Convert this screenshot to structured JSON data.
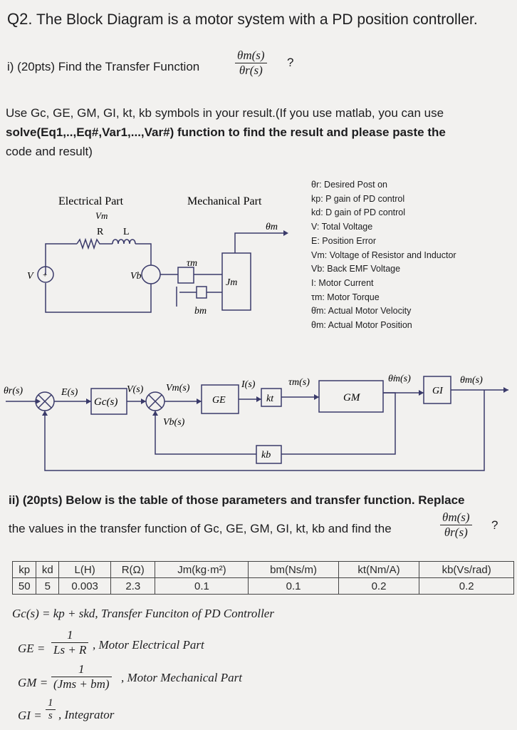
{
  "question": {
    "number": "Q2.",
    "title": "The Block Diagram is a motor system with a PD position controller."
  },
  "part1": {
    "prefix": "i) (20pts) Find the Transfer Function",
    "tf_num": "θm(s)",
    "tf_den": "θr(s)",
    "suffix": "?"
  },
  "instructions": {
    "line1": "Use Gc, GE, GM, GI, kt, kb symbols in your result.(If you use matlab, you can use",
    "line2": "solve(Eq1,..,Eq#,Var1,...,Var#) function to find the result and please paste the",
    "line3": "code and result)"
  },
  "circuit": {
    "electrical_part": "Electrical Part",
    "mechanical_part": "Mechanical Part",
    "vm": "Vm",
    "r": "R",
    "l": "L",
    "v": "V",
    "vb": "Vb",
    "tau_m": "τm",
    "jm": "Jm",
    "bm": "bm",
    "theta_m": "θm"
  },
  "legend": [
    "θr: Desired Post on",
    "kp: P gain of PD control",
    "kd: D gain of PD control",
    "V: Total Voltage",
    "E: Position Error",
    "Vm: Voltage of Resistor and Inductor",
    "Vb: Back EMF Voltage",
    "I: Motor Current",
    "τm: Motor Torque",
    "θ̇m: Actual Motor Velocity",
    "θm: Actual Motor Position"
  ],
  "block_diagram": {
    "theta_r": "θr(s)",
    "e": "E(s)",
    "gc": "Gc(s)",
    "v": "V(s)",
    "vm": "Vm(s)",
    "ge": "GE",
    "i": "I(s)",
    "kt": "kt",
    "tau": "τm(s)",
    "gm": "GM",
    "theta_dot": "θ̇m(s)",
    "gi": "GI",
    "theta_m": "θm(s)",
    "vb": "Vb(s)",
    "kb": "kb"
  },
  "part2": {
    "line1": "ii) (20pts) Below is the table of those parameters and transfer function. Replace",
    "line2_prefix": "the values in the transfer function of Gc, GE, GM, GI, kt, kb and find the",
    "tf_num": "θm(s)",
    "tf_den": "θr(s)",
    "suffix": "?"
  },
  "table": {
    "headers": [
      "kp",
      "kd",
      "L(H)",
      "R(Ω)",
      "Jm(kg·m²)",
      "bm(Ns/m)",
      "kt(Nm/A)",
      "kb(Vs/rad)"
    ],
    "values": [
      "50",
      "5",
      "0.003",
      "2.3",
      "0.1",
      "0.1",
      "0.2",
      "0.2"
    ]
  },
  "formulas": {
    "gc": "Gc(s) = kp + skd, Transfer Funciton of PD Controller",
    "ge_lhs": "GE =",
    "ge_num": "1",
    "ge_den": "Ls + R",
    "ge_desc": ", Motor Electrical Part",
    "gm_lhs": "GM =",
    "gm_num": "1",
    "gm_den": "(Jms + bm)",
    "gm_desc": ", Motor Mechanical Part",
    "gi_lhs": "GI =",
    "gi_num": "1",
    "gi_den": "s",
    "gi_desc": ", Integrator"
  }
}
